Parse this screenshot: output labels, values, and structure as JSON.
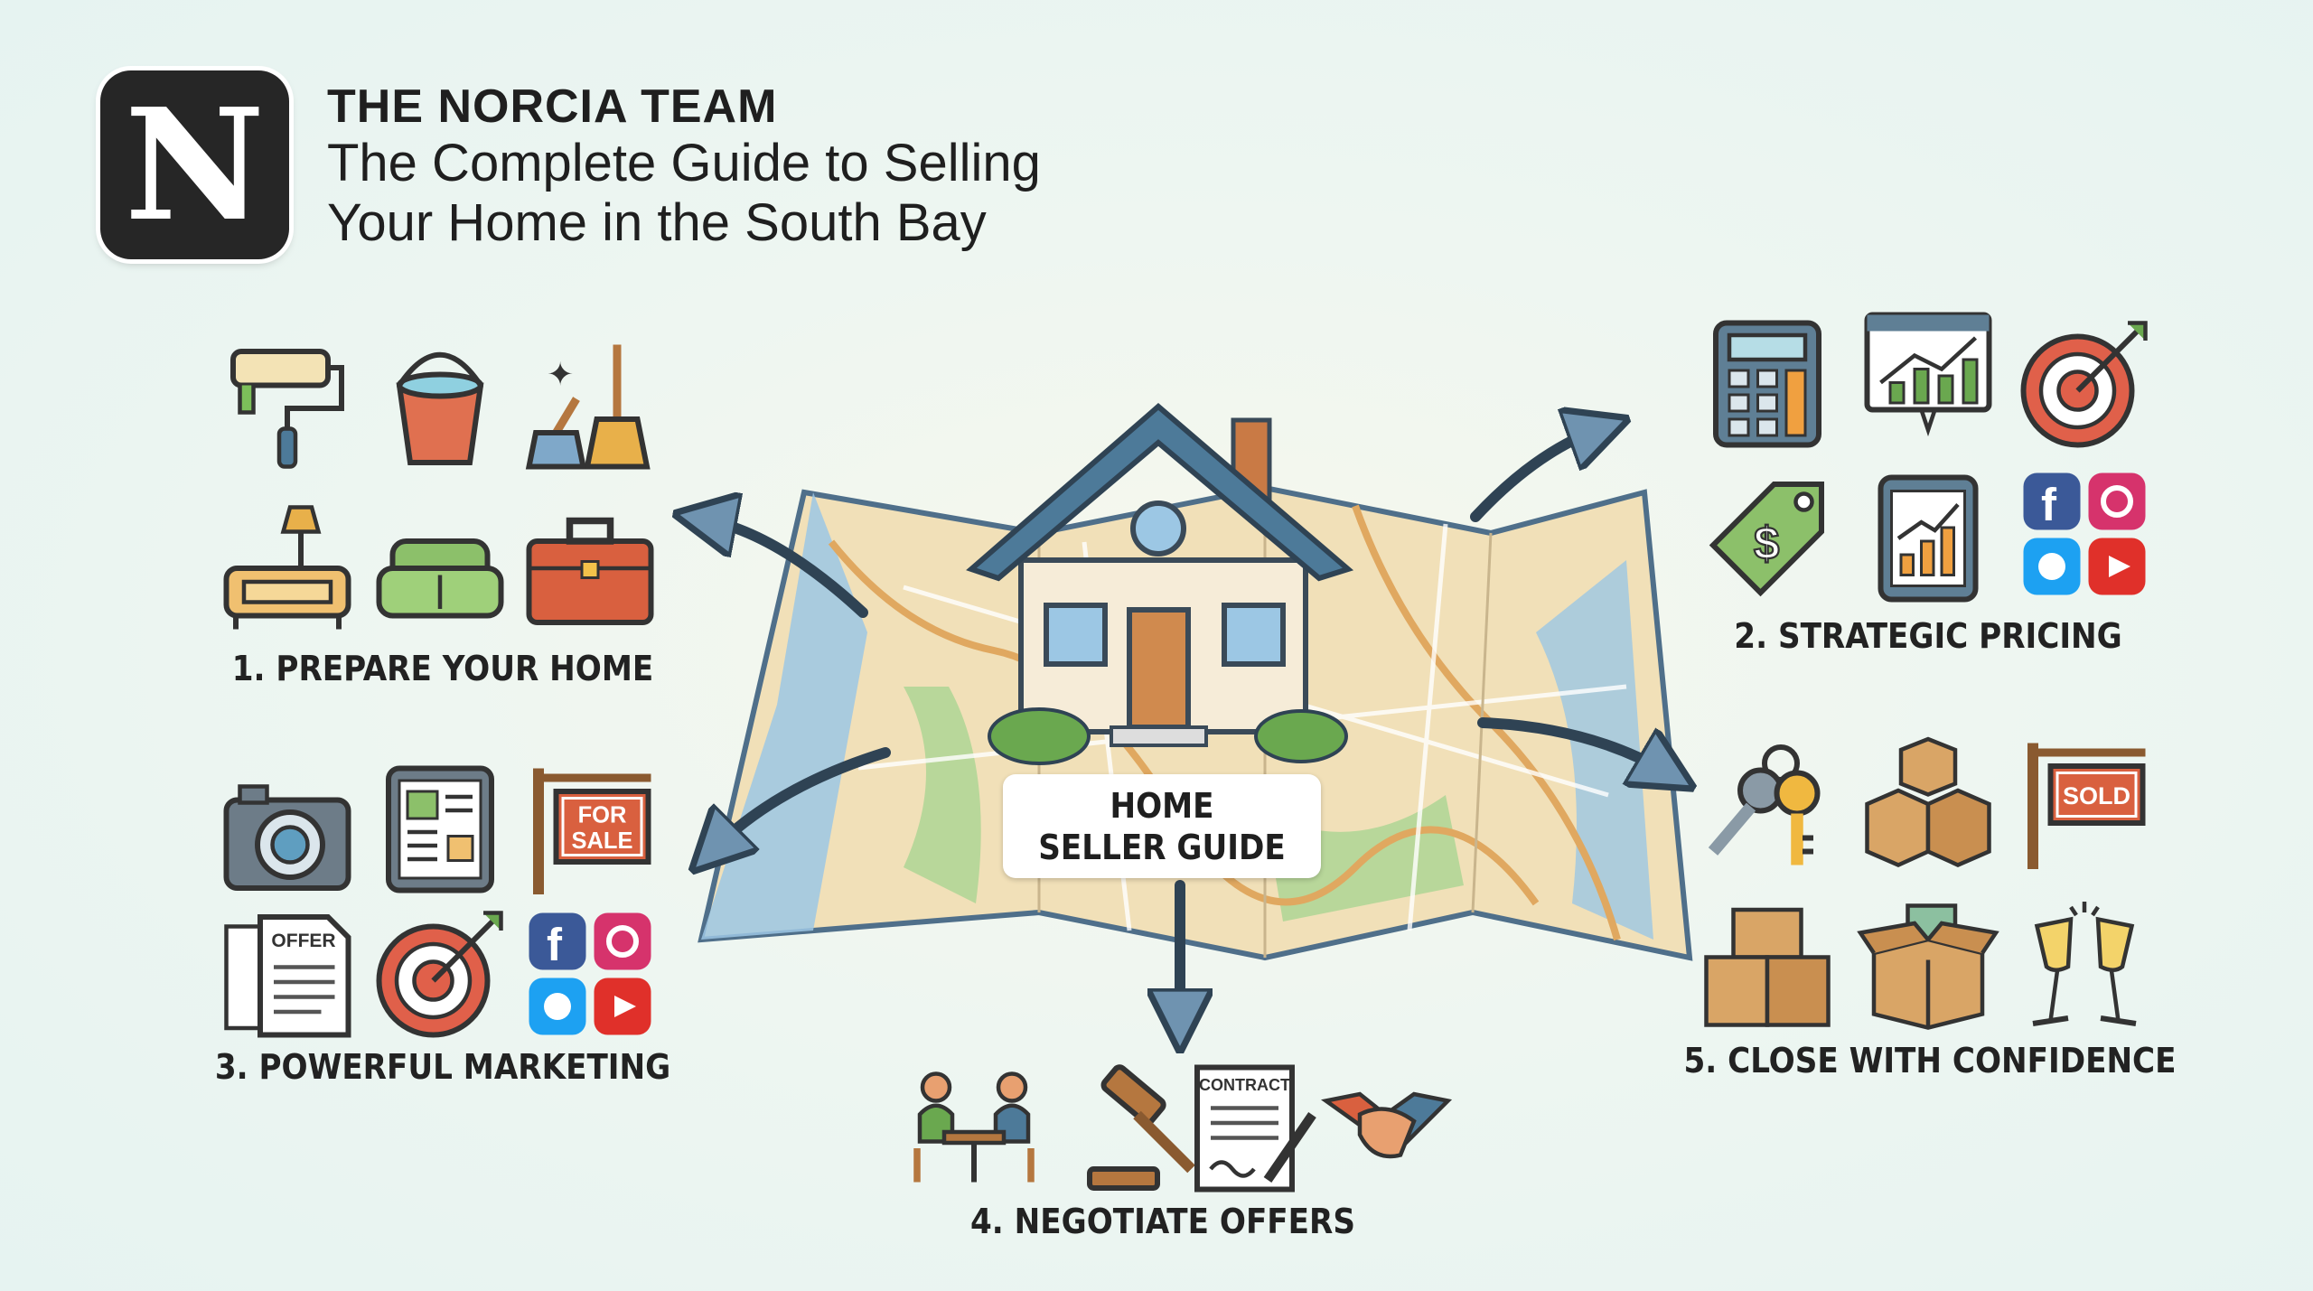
{
  "header": {
    "logo_letter": "N",
    "brand": "THE NORCIA TEAM",
    "title_line1": "The Complete Guide to Selling",
    "title_line2": "Your Home in the South Bay"
  },
  "center": {
    "line1": "HOME",
    "line2": "SELLER GUIDE"
  },
  "sections": [
    {
      "label": "1. PREPARE YOUR HOME",
      "icons": [
        "paint-roller",
        "paint-bucket",
        "broom-sparkles",
        "lamp-sofa",
        "sofa",
        "toolbox"
      ]
    },
    {
      "label": "2. STRATEGIC PRICING",
      "icons": [
        "calculator",
        "chart-board",
        "target",
        "price-tag",
        "tablet-chart",
        "social-media"
      ]
    },
    {
      "label": "3. POWERFUL MARKETING",
      "icons": [
        "camera",
        "tablet-listing",
        "for-sale-sign",
        "offer-documents",
        "target",
        "social-media"
      ]
    },
    {
      "label": "4. NEGOTIATE OFFERS",
      "icons": [
        "meeting",
        "gavel",
        "contract",
        "handshake"
      ]
    },
    {
      "label": "5. CLOSE WITH CONFIDENCE",
      "icons": [
        "keys",
        "boxes",
        "sold-sign",
        "moving-box",
        "open-box",
        "champagne"
      ]
    }
  ],
  "icon_text": {
    "for_sale_1": "FOR",
    "for_sale_2": "SALE",
    "offer": "OFFER",
    "contract": "CONTRACT",
    "sold": "SOLD"
  },
  "colors": {
    "background": "#eef6f1",
    "roof": "#4d7a99",
    "arrow": "#6f93b0",
    "map": "#f1e0b8",
    "water": "#9cc7e4"
  }
}
